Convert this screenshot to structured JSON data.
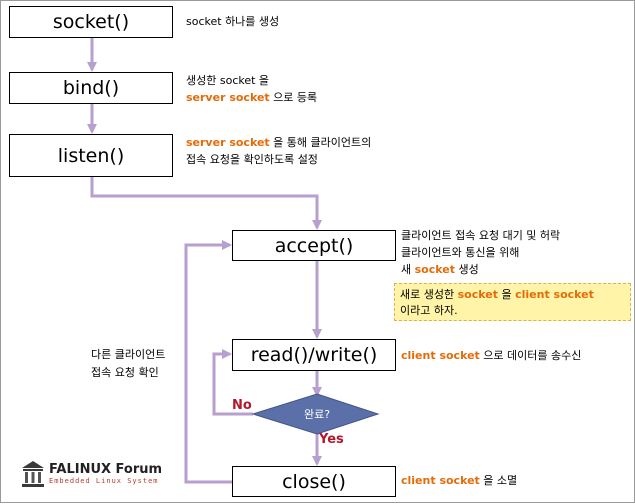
{
  "steps": {
    "socket": "socket()",
    "bind": "bind()",
    "listen": "listen()",
    "accept": "accept()",
    "readwrite": "read()/write()",
    "close": "close()"
  },
  "descriptions": {
    "socket": "socket 하나를 생성",
    "bind_line1": "생성한 socket 을",
    "bind_hl": "server socket",
    "bind_rest": " 으로 등록",
    "listen_hl": "server socket",
    "listen_rest": " 을 통해 클라이언트의",
    "listen_line2": "접속 요청을 확인하도록 설정",
    "accept_line1": "클라이언트 접속 요청 대기 및 허락",
    "accept_line2": "클라이언트와 통신을 위해",
    "accept_line3_pre": "새 ",
    "accept_line3_hl": "socket",
    "accept_line3_rest": " 생성",
    "readwrite_hl": "client socket",
    "readwrite_rest": " 으로 데이터를 송수신",
    "close_hl": "client socket",
    "close_rest": " 을 소멸"
  },
  "note": {
    "pre": "새로 생성한 ",
    "hl1": "socket",
    "mid": " 을 ",
    "hl2": "client socket",
    "line2": "이라고 하자."
  },
  "decision": {
    "label": "완료?",
    "no": "No",
    "yes": "Yes"
  },
  "side_note": {
    "line1": "다른 클라이언트",
    "line2": "접속 요청 확인"
  },
  "logo": {
    "name": "FALINUX Forum",
    "sub": "Embedded Linux System"
  },
  "colors": {
    "arrow": "#b79fcf",
    "highlight": "#e36c0a",
    "yes_no": "#b2182b",
    "decision_fill": "#5b6fa8",
    "note_fill": "#fff4a8"
  }
}
